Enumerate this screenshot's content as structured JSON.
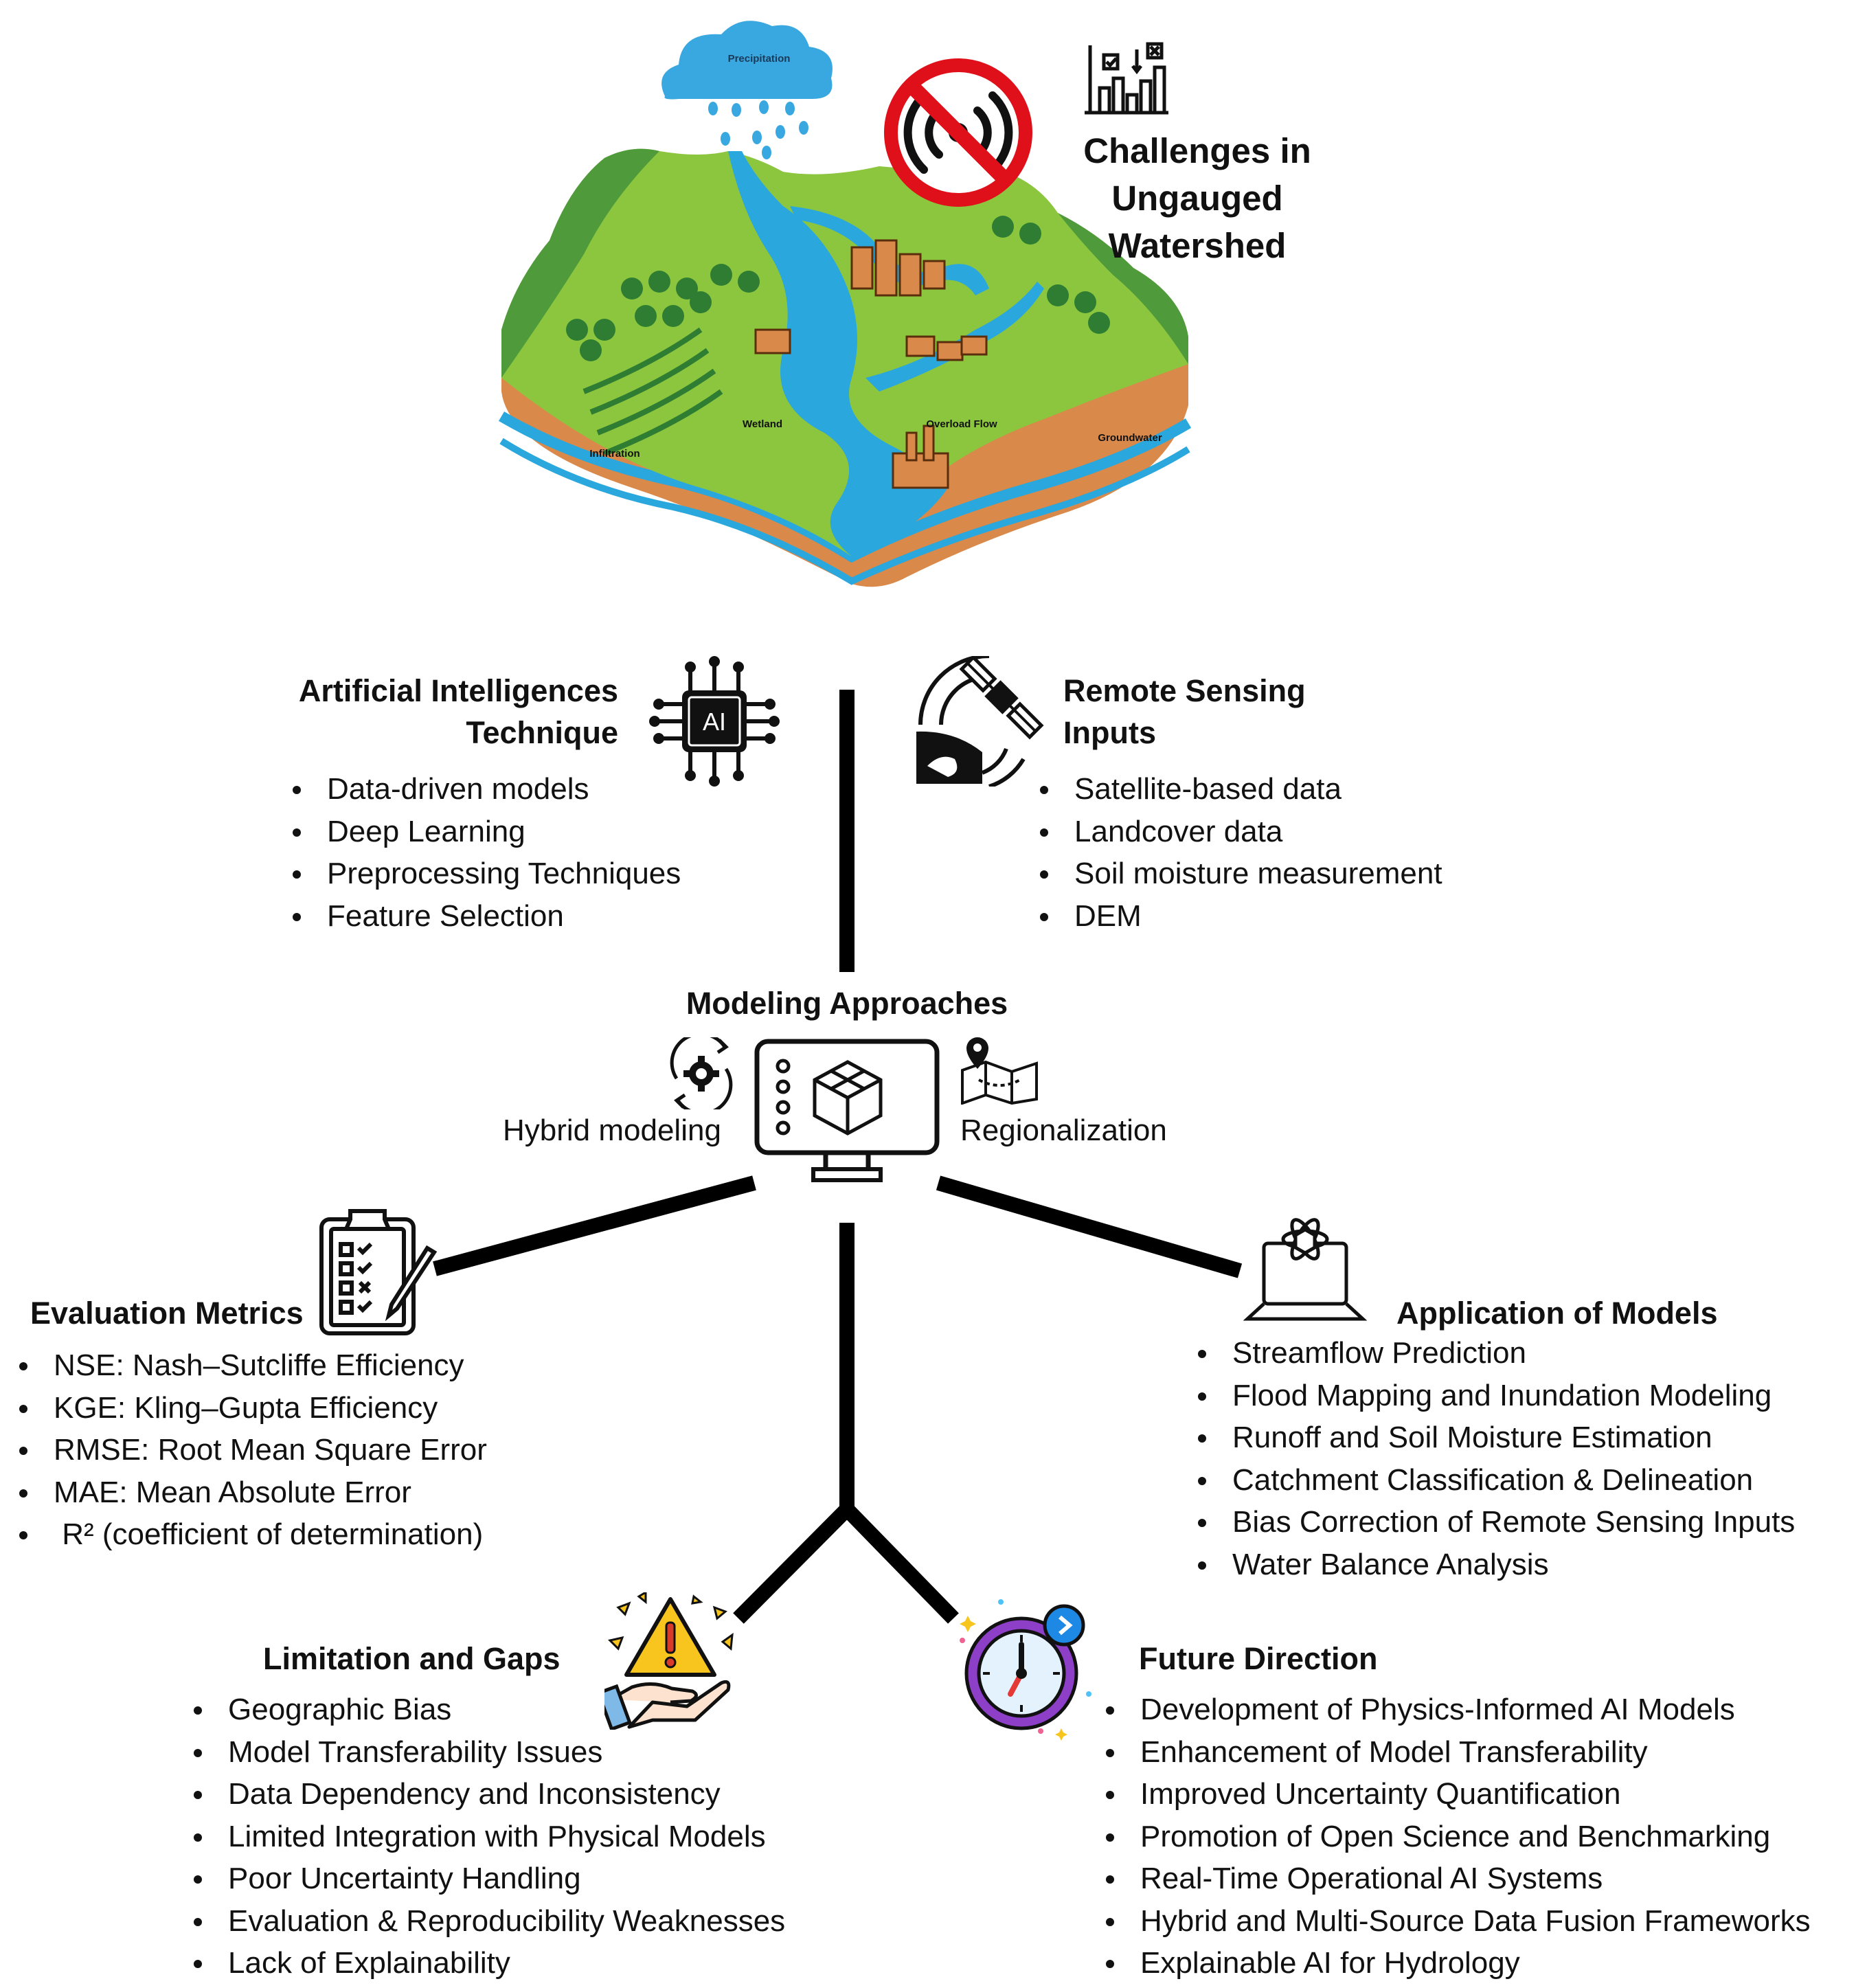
{
  "watershed": {
    "title_lines": [
      "Challenges in",
      "Ungauged",
      "Watershed"
    ],
    "labels": {
      "precipitation": "Precipitation",
      "wetland": "Wetland",
      "overland_flow": "Overload Flow",
      "infiltration": "Infiltration",
      "groundwater": "Groundwater"
    }
  },
  "ai": {
    "title_lines": [
      "Artificial Intelligences",
      "Technique"
    ],
    "icon_text": "AI",
    "items": [
      "Data-driven models",
      "Deep Learning",
      "Preprocessing Techniques",
      "Feature Selection"
    ]
  },
  "remote_sensing": {
    "title_lines": [
      "Remote Sensing",
      "Inputs"
    ],
    "items": [
      "Satellite-based data",
      "Landcover data",
      "Soil moisture measurement",
      "DEM"
    ]
  },
  "modeling": {
    "title": "Modeling Approaches",
    "left_label": "Hybrid modeling",
    "right_label": "Regionalization"
  },
  "evaluation": {
    "title": "Evaluation Metrics",
    "items": [
      "NSE: Nash–Sutcliffe Efficiency",
      "KGE: Kling–Gupta Efficiency",
      "RMSE: Root Mean Square Error",
      "MAE: Mean Absolute Error",
      " R² (coefficient of determination)"
    ]
  },
  "application": {
    "title": "Application of Models",
    "items": [
      "Streamflow Prediction",
      "Flood Mapping and Inundation Modeling",
      "Runoff and Soil Moisture Estimation",
      "Catchment Classification & Delineation",
      "Bias Correction of Remote Sensing Inputs",
      "Water Balance Analysis"
    ]
  },
  "limitations": {
    "title": "Limitation and Gaps",
    "items": [
      "Geographic Bias",
      "Model Transferability Issues",
      "Data Dependency and Inconsistency",
      "Limited Integration with Physical Models",
      "Poor Uncertainty Handling",
      "Evaluation & Reproducibility Weaknesses",
      "Lack of Explainability"
    ]
  },
  "future": {
    "title": "Future Direction",
    "items": [
      "Development of Physics-Informed AI Models",
      "Enhancement of Model Transferability",
      "Improved Uncertainty Quantification",
      "Promotion of Open Science and Benchmarking",
      "Real-Time Operational AI Systems",
      "Hybrid and Multi-Source Data Fusion Frameworks",
      "Explainable AI for Hydrology"
    ]
  },
  "colors": {
    "ground": "#d9894a",
    "grass": "#8cc63f",
    "dark_grass": "#4f9a3a",
    "water": "#2aa7dc",
    "cloud": "#3aa8e0",
    "no_signal_red": "#e0101a",
    "warning_yellow": "#f7c51e",
    "clock_purple": "#8e3fc8",
    "connector": "#000000"
  }
}
